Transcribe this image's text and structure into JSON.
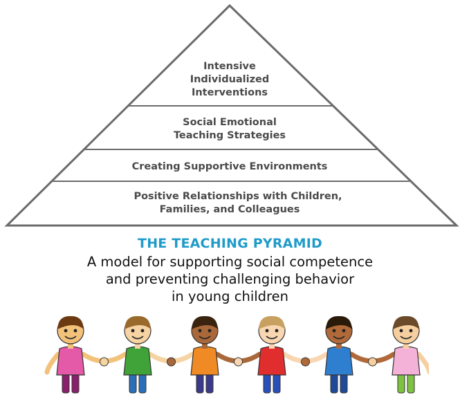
{
  "pyramid": {
    "tiers": [
      {
        "lines": [
          "Intensive",
          "Individualized",
          "Interventions"
        ]
      },
      {
        "lines": [
          "Social Emotional",
          "Teaching Strategies"
        ]
      },
      {
        "lines": [
          "Creating Supportive Environments"
        ]
      },
      {
        "lines": [
          "Positive Relationships with Children,",
          "Families, and Colleagues"
        ]
      }
    ],
    "outline_color": "#6b6b6b"
  },
  "caption": {
    "title": "THE TEACHING PYRAMID",
    "subtitle_lines": [
      "A model for supporting social competence",
      "and preventing challenging behavior",
      "in young children"
    ],
    "title_color": "#1f9bc9"
  },
  "illustration": {
    "children": [
      {
        "shirt": "#e45aa8",
        "pants": "#8a1f6b",
        "skin": "#f2c27b",
        "hair": "#6b3a12"
      },
      {
        "shirt": "#3fa33a",
        "pants": "#2b6fb8",
        "skin": "#f6d3a2",
        "hair": "#9a6a2c"
      },
      {
        "shirt": "#f08a25",
        "pants": "#3a3a8a",
        "skin": "#a8683a",
        "hair": "#3a2410"
      },
      {
        "shirt": "#e02d2d",
        "pants": "#2b4fb8",
        "skin": "#f8d6b2",
        "hair": "#c8a060"
      },
      {
        "shirt": "#2f7fd1",
        "pants": "#1f4a9a",
        "skin": "#b06a3a",
        "hair": "#2a1a0a"
      },
      {
        "shirt": "#f5b2d8",
        "pants": "#7fc242",
        "skin": "#f6cfa0",
        "hair": "#6b4a2a"
      }
    ]
  }
}
